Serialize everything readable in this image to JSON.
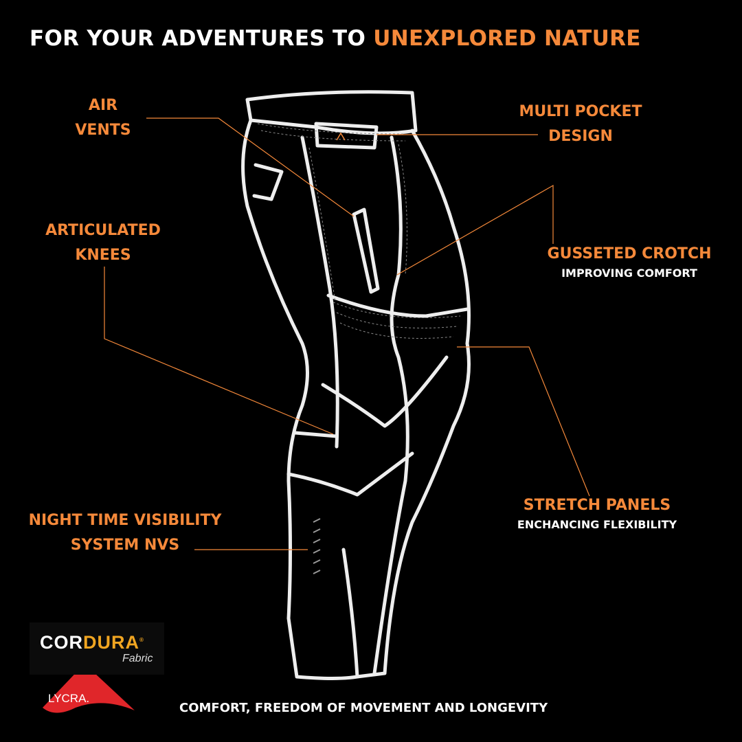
{
  "title": {
    "part1": "FOR YOUR ADVENTURES TO ",
    "part2": "UNEXPLORED NATURE"
  },
  "features": {
    "air_vents": {
      "line1": "AIR",
      "line2": "VENTS"
    },
    "multi_pocket": {
      "line1": "MULTI POCKET",
      "line2": "DESIGN"
    },
    "articulated_knees": {
      "line1": "ARTICULATED",
      "line2": "KNEES"
    },
    "gusseted_crotch": {
      "title": "GUSSETED CROTCH",
      "subtitle": "IMPROVING COMFORT"
    },
    "stretch_panels": {
      "title": "STRETCH PANELS",
      "subtitle": "ENCHANCING FLEXIBILITY"
    },
    "nvs": {
      "line1": "NIGHT TIME VISIBILITY",
      "line2": "SYSTEM NVS"
    }
  },
  "logos": {
    "cordura_1": "COR",
    "cordura_2": "DURA",
    "cordura_reg": "®",
    "cordura_sub": "Fabric",
    "lycra": "LYCRA."
  },
  "footer": "COMFORT, FREEDOM OF MOVEMENT AND LONGEVITY",
  "colors": {
    "accent": "#f5893a",
    "background": "#000000",
    "cordura_gold": "#f0a521",
    "lycra_red": "#e0262a"
  }
}
